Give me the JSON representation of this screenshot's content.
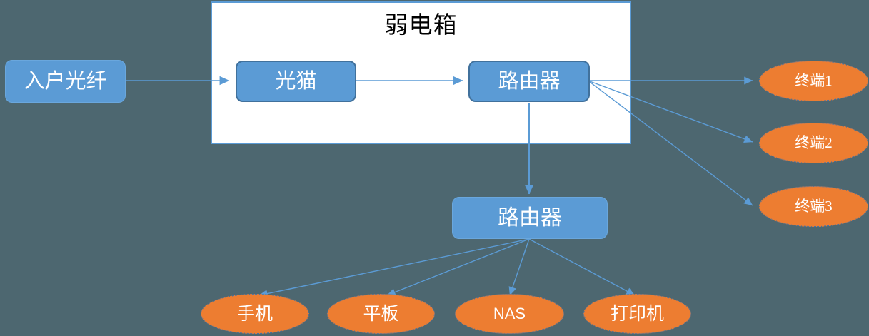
{
  "diagram": {
    "title": "弱电箱",
    "background_color": "#4d6770",
    "accent_blue": "#5b9bd5",
    "accent_orange": "#ed7d31",
    "enclosure_border": "#5b9bd5",
    "box_border": "#41719c",
    "line_color": "#5b9bd5",
    "enclosure_label": "弱电箱"
  },
  "nodes": {
    "fiber_in": {
      "label": "入户光纤",
      "shape": "rounded-rect",
      "color": "#5b9bd5"
    },
    "modem": {
      "label": "光猫",
      "shape": "rounded-rect",
      "color": "#5b9bd5"
    },
    "router_main": {
      "label": "路由器",
      "shape": "rounded-rect",
      "color": "#5b9bd5"
    },
    "router_sub": {
      "label": "路由器",
      "shape": "rounded-rect",
      "color": "#5b9bd5"
    },
    "terminals": [
      {
        "label": "终端1",
        "shape": "ellipse",
        "color": "#ed7d31"
      },
      {
        "label": "终端2",
        "shape": "ellipse",
        "color": "#ed7d31"
      },
      {
        "label": "终端3",
        "shape": "ellipse",
        "color": "#ed7d31"
      }
    ],
    "devices": [
      {
        "label": "手机",
        "shape": "ellipse",
        "color": "#ed7d31"
      },
      {
        "label": "平板",
        "shape": "ellipse",
        "color": "#ed7d31"
      },
      {
        "label": "NAS",
        "shape": "ellipse",
        "color": "#ed7d31"
      },
      {
        "label": "打印机",
        "shape": "ellipse",
        "color": "#ed7d31"
      }
    ]
  },
  "connections": [
    {
      "from": "fiber_in",
      "to": "modem",
      "style": "arrow"
    },
    {
      "from": "modem",
      "to": "router_main",
      "style": "arrow"
    },
    {
      "from": "router_main",
      "to": "terminals.0",
      "style": "arrow"
    },
    {
      "from": "router_main",
      "to": "terminals.1",
      "style": "arrow"
    },
    {
      "from": "router_main",
      "to": "terminals.2",
      "style": "arrow"
    },
    {
      "from": "router_main",
      "to": "router_sub",
      "style": "arrow"
    },
    {
      "from": "router_sub",
      "to": "devices.0",
      "style": "arrow"
    },
    {
      "from": "router_sub",
      "to": "devices.1",
      "style": "arrow"
    },
    {
      "from": "router_sub",
      "to": "devices.2",
      "style": "arrow"
    },
    {
      "from": "router_sub",
      "to": "devices.3",
      "style": "arrow"
    }
  ]
}
